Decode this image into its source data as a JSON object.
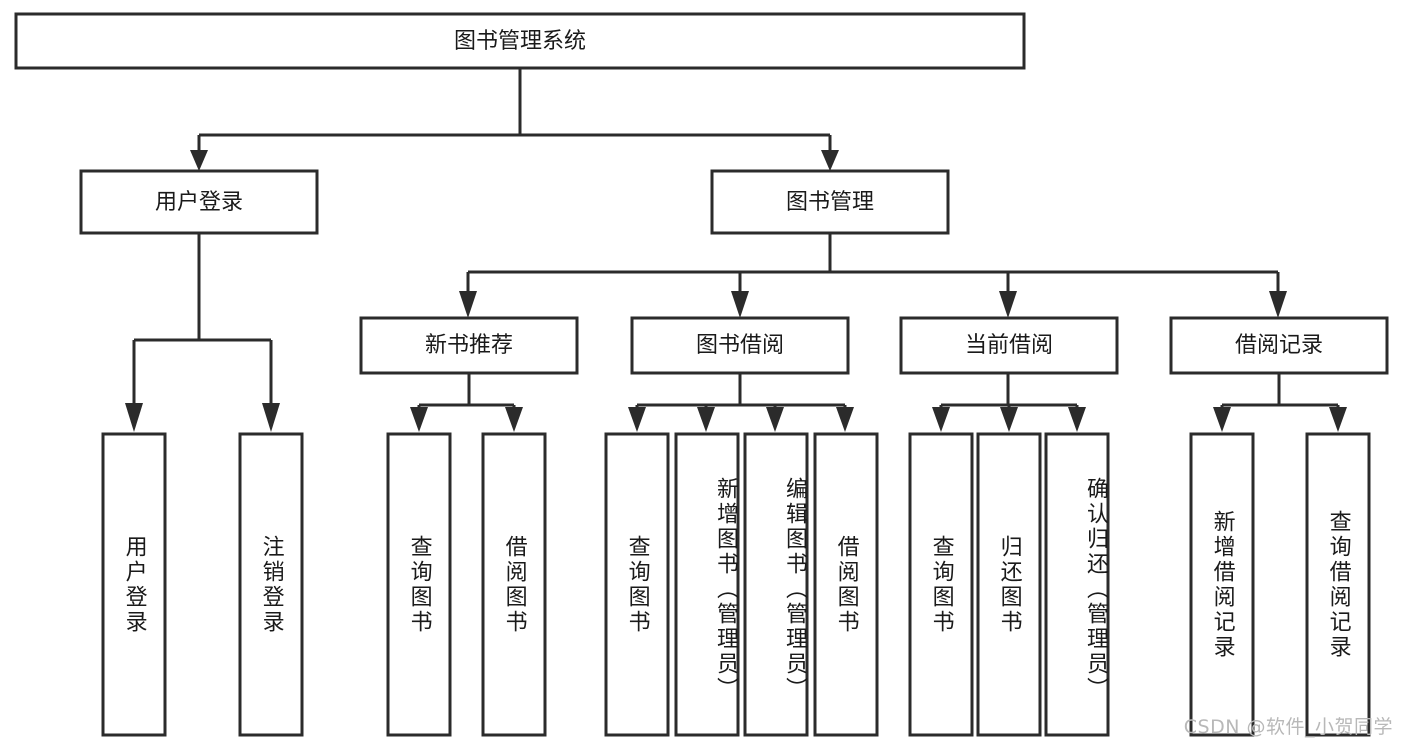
{
  "diagram": {
    "title": "图书管理系统",
    "type": "tree-hierarchy",
    "watermark": "CSDN @软件_小贺同学",
    "colors": {
      "stroke": "#2b2b2b",
      "fill": "#ffffff",
      "text": "#1a1a1a",
      "watermark": "#b8b8b8"
    },
    "root": {
      "label": "图书管理系统"
    },
    "level2": [
      {
        "label": "用户登录"
      },
      {
        "label": "图书管理"
      }
    ],
    "level3": [
      {
        "label": "新书推荐"
      },
      {
        "label": "图书借阅"
      },
      {
        "label": "当前借阅"
      },
      {
        "label": "借阅记录"
      }
    ],
    "leaves": {
      "user_login": [
        {
          "label": "用户登录"
        },
        {
          "label": "注销登录"
        }
      ],
      "new_book_recommend": [
        {
          "label": "查询图书"
        },
        {
          "label": "借阅图书"
        }
      ],
      "book_borrow": [
        {
          "label": "查询图书"
        },
        {
          "label": "新增图书（管理员）"
        },
        {
          "label": "编辑图书（管理员）"
        },
        {
          "label": "借阅图书"
        }
      ],
      "current_borrow": [
        {
          "label": "查询图书"
        },
        {
          "label": "归还图书"
        },
        {
          "label": "确认归还（管理员）"
        }
      ],
      "borrow_record": [
        {
          "label": "新增借阅记录"
        },
        {
          "label": "查询借阅记录"
        }
      ]
    }
  }
}
